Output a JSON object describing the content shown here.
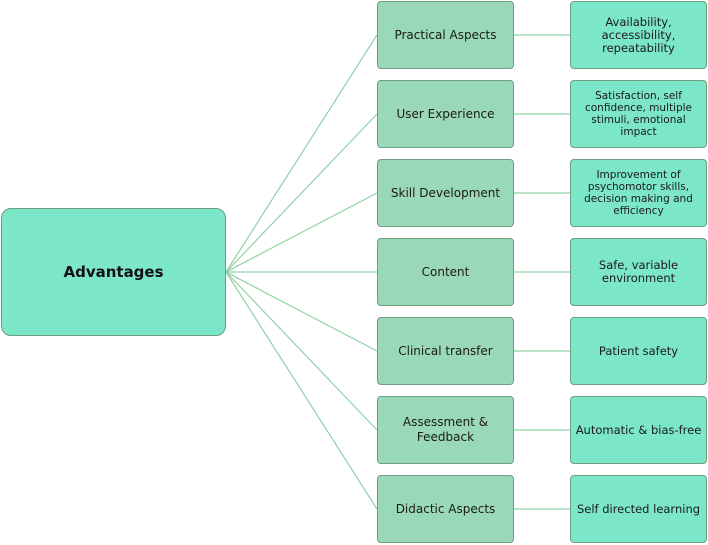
{
  "diagram": {
    "root": {
      "label": "Advantages"
    },
    "branches": [
      {
        "category": "Practical Aspects",
        "detail": "Availability, accessibility, repeatability"
      },
      {
        "category": "User Experience",
        "detail": "Satisfaction, self confidence, multiple stimuli, emotional impact"
      },
      {
        "category": "Skill Development",
        "detail": "Improvement of psychomotor skills, decision making and efficiency"
      },
      {
        "category": "Content",
        "detail": "Safe, variable environment"
      },
      {
        "category": "Clinical transfer",
        "detail": "Patient safety"
      },
      {
        "category": "Assessment & Feedback",
        "detail": "Automatic & bias-free"
      },
      {
        "category": "Didactic Aspects",
        "detail": "Self directed learning"
      }
    ],
    "colors": {
      "root_fill": "#7ce6c8",
      "category_fill": "#9ad9b7",
      "detail_fill": "#7ce6c8",
      "connector": "#8ed3a6"
    }
  }
}
